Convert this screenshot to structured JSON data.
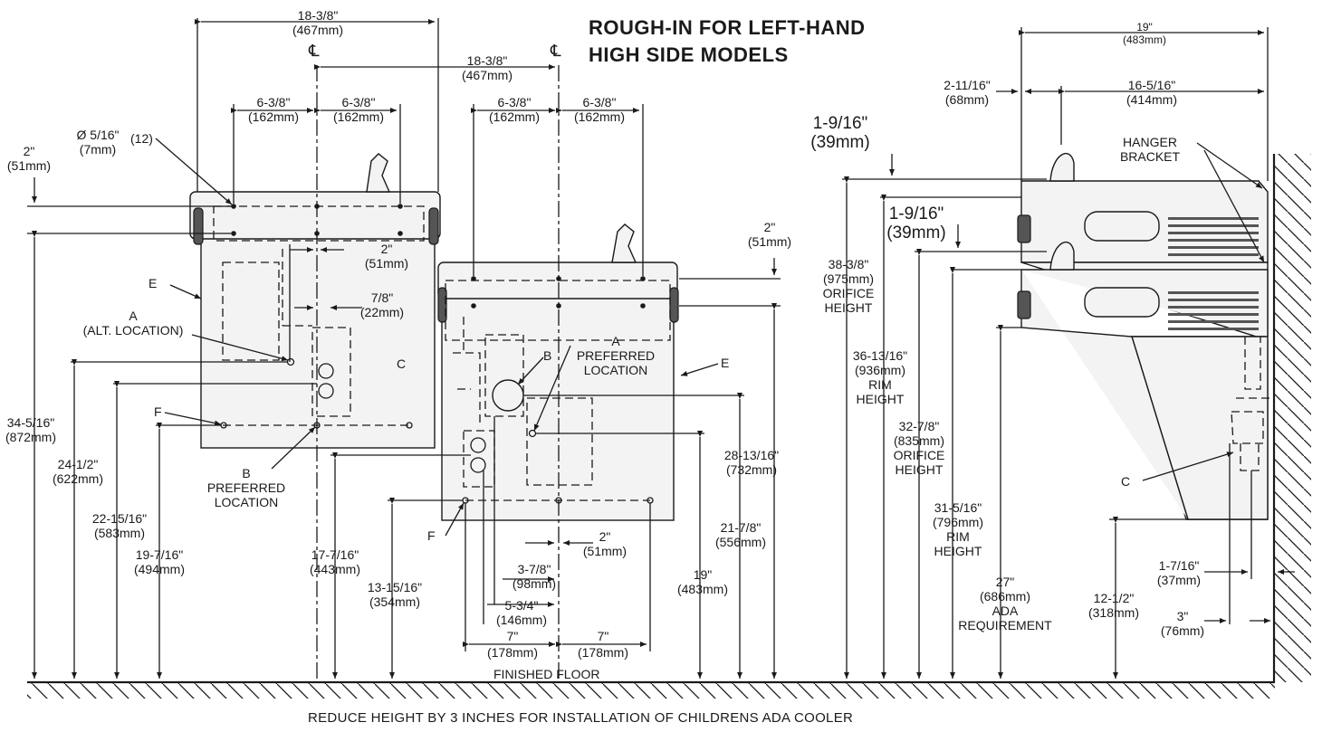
{
  "title": {
    "line1": "ROUGH-IN FOR LEFT-HAND",
    "line2": "HIGH SIDE MODELS"
  },
  "footer": {
    "note": "REDUCE HEIGHT BY 3 INCHES FOR INSTALLATION OF CHILDRENS ADA COOLER",
    "floor_label": "FINISHED FLOOR"
  },
  "centerline_symbol": "℄",
  "front_view": {
    "top_width": [
      "18-3/8\"",
      "(467mm)"
    ],
    "mid_width": [
      "18-3/8\"",
      "(467mm)"
    ],
    "upper_left_offset": [
      "6-3/8\"",
      "(162mm)"
    ],
    "upper_right_offset": [
      "6-3/8\"",
      "(162mm)"
    ],
    "lower_left_offset": [
      "6-3/8\"",
      "(162mm)"
    ],
    "lower_right_offset": [
      "6-3/8\"",
      "(162mm)"
    ],
    "hole_dia": [
      "Ø 5/16\"",
      "(7mm)"
    ],
    "hole_count": "(12)",
    "left_2in": [
      "2\"",
      "(51mm)"
    ],
    "upper_2in": [
      "2\"",
      "(51mm)"
    ],
    "right_2in": [
      "2\"",
      "(51mm)"
    ],
    "seven_eighths": [
      "7/8\"",
      "(22mm)"
    ],
    "a_alt": [
      "A",
      "(ALT. LOCATION)"
    ],
    "a_pref": [
      "A",
      "PREFERRED",
      "LOCATION"
    ],
    "b_pref": [
      "B",
      "PREFERRED",
      "LOCATION"
    ],
    "b_label": "B",
    "e_label": "E",
    "f_label": "F",
    "c_label": "C",
    "h_34": [
      "34-5/16\"",
      "(872mm)"
    ],
    "h_24": [
      "24-1/2\"",
      "(622mm)"
    ],
    "h_22": [
      "22-15/16\"",
      "(583mm)"
    ],
    "h_19_7": [
      "19-7/16\"",
      "(494mm)"
    ],
    "h_17": [
      "17-7/16\"",
      "(443mm)"
    ],
    "h_13": [
      "13-15/16\"",
      "(354mm)"
    ],
    "h_28": [
      "28-13/16\"",
      "(732mm)"
    ],
    "h_21": [
      "21-7/8\"",
      "(556mm)"
    ],
    "h_19": [
      "19\"",
      "(483mm)"
    ],
    "w_2in": [
      "2\"",
      "(51mm)"
    ],
    "w_3_7": [
      "3-7/8\"",
      "(98mm)"
    ],
    "w_5_3": [
      "5-3/4\"",
      "(146mm)"
    ],
    "w_7a": [
      "7\"",
      "(178mm)"
    ],
    "w_7b": [
      "7\"",
      "(178mm)"
    ]
  },
  "side_view": {
    "width_19": [
      "19\"",
      "(483mm)"
    ],
    "d_2_11": [
      "2-11/16\"",
      "(68mm)"
    ],
    "d_16": [
      "16-5/16\"",
      "(414mm)"
    ],
    "d_1_9_a": [
      "1-9/16\"",
      "(39mm)"
    ],
    "d_1_9_b": [
      "1-9/16\"",
      "(39mm)"
    ],
    "hanger": [
      "HANGER",
      "BRACKET"
    ],
    "h_38": [
      "38-3/8\"",
      "(975mm)",
      "ORIFICE",
      "HEIGHT"
    ],
    "h_36": [
      "36-13/16\"",
      "(936mm)",
      "RIM",
      "HEIGHT"
    ],
    "h_32": [
      "32-7/8\"",
      "(835mm)",
      "ORIFICE",
      "HEIGHT"
    ],
    "h_31": [
      "31-5/16\"",
      "(796mm)",
      "RIM",
      "HEIGHT"
    ],
    "h_27": [
      "27\"",
      "(686mm)",
      "ADA",
      "REQUIREMENT"
    ],
    "h_12": [
      "12-1/2\"",
      "(318mm)"
    ],
    "d_1_7": [
      "1-7/16\"",
      "(37mm)"
    ],
    "d_3": [
      "3\"",
      "(76mm)"
    ],
    "c_label": "C"
  }
}
